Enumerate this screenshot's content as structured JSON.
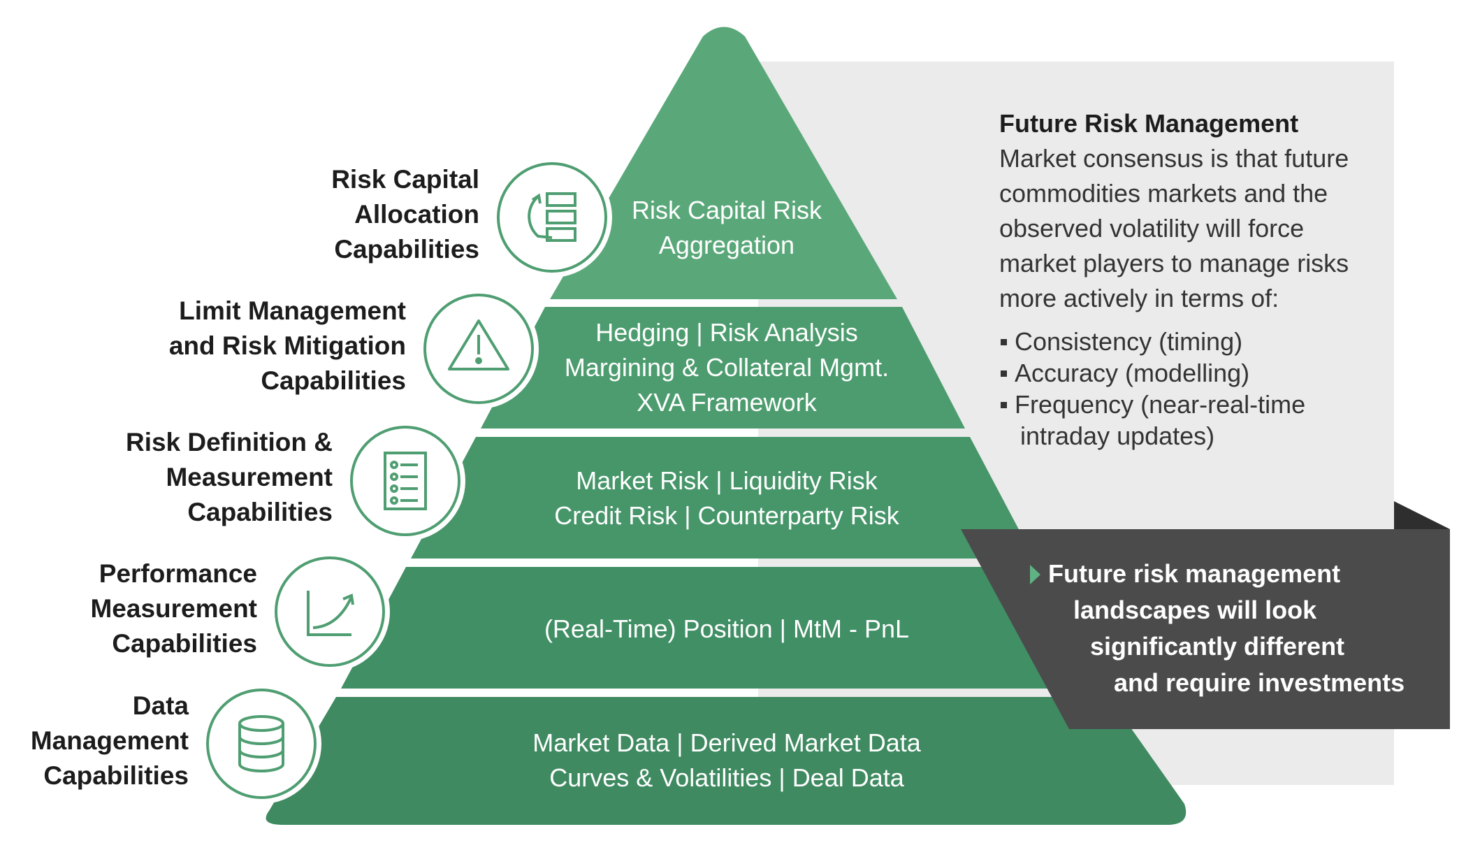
{
  "colors": {
    "tier_green": "#3f8e64",
    "tier_top_green": "#5aa87a",
    "circle_border": "#4f9e72",
    "panel_grey": "#ebebeb",
    "callout_dark": "#4b4b4b",
    "callout_arrow": "#5fb283"
  },
  "pyramid": {
    "tiers": [
      {
        "lines": [
          "Risk Capital Risk",
          "Aggregation"
        ]
      },
      {
        "lines": [
          "Hedging  |  Risk Analysis",
          "Margining & Collateral Mgmt.",
          "XVA Framework"
        ]
      },
      {
        "lines": [
          "Market Risk  |  Liquidity Risk",
          "Credit Risk  |  Counterparty Risk"
        ]
      },
      {
        "lines": [
          "(Real-Time) Position  |  MtM - PnL"
        ]
      },
      {
        "lines": [
          "Market Data  |  Derived Market Data",
          "Curves & Volatilities  |  Deal Data"
        ]
      }
    ]
  },
  "capabilities": [
    {
      "lines": [
        "Risk Capital",
        "Allocation",
        "Capabilities"
      ],
      "icon": "hierarchy-refresh-icon"
    },
    {
      "lines": [
        "Limit Management",
        "and Risk Mitigation",
        "Capabilities"
      ],
      "icon": "warning-triangle-icon"
    },
    {
      "lines": [
        "Risk Definition &",
        "Measurement",
        "Capabilities"
      ],
      "icon": "checklist-icon"
    },
    {
      "lines": [
        "Performance",
        "Measurement",
        "Capabilities"
      ],
      "icon": "growth-curve-icon"
    },
    {
      "lines": [
        "Data",
        "Management",
        "Capabilities"
      ],
      "icon": "database-icon"
    }
  ],
  "info_panel": {
    "title": "Future Risk Management",
    "body_lines": [
      "Market consensus is that future",
      "commodities markets and the",
      "observed volatility will force",
      "market players to manage risks",
      "more actively in terms of:"
    ],
    "bullets": [
      {
        "lines": [
          "Consistency (timing)"
        ]
      },
      {
        "lines": [
          "Accuracy (modelling)"
        ]
      },
      {
        "lines": [
          "Frequency (near-real-time",
          "intraday updates)"
        ]
      }
    ]
  },
  "callout": {
    "lines": [
      "Future risk management",
      "landscapes will look",
      "significantly different",
      "and require investments"
    ],
    "icon": "play-arrow-icon"
  }
}
